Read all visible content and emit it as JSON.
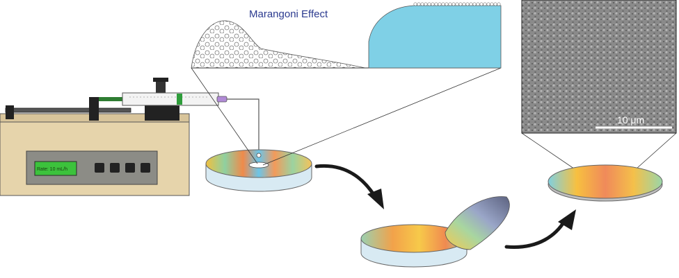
{
  "title": "Marangoni Effect",
  "pump_display": "Rate: 10 mL/h",
  "scale_bar": "10 μm",
  "colors": {
    "title": "#2b3a8f",
    "pump_body": "#e6d4ab",
    "pump_panel": "#8c8c86",
    "display": "#3cc23c",
    "liquid": "#7fd0e6",
    "syringe_tip": "#b18ad6",
    "sem_bg": "#3a3a3a",
    "arrow": "#1a1a1a"
  },
  "icons": {
    "arrow_1": "curved-arrow-right-down",
    "arrow_2": "curved-arrow-right-up"
  }
}
